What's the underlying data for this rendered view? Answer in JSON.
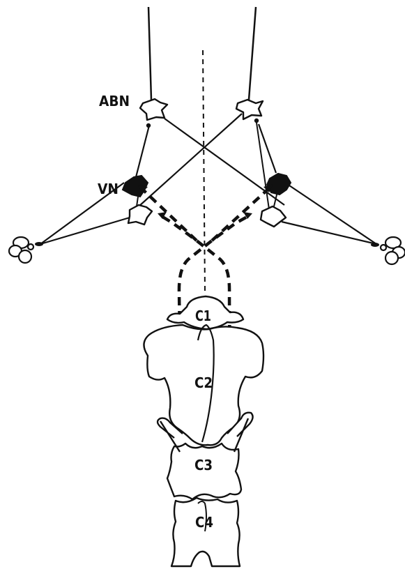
{
  "labels": {
    "abn": "ABN",
    "vn": "VN",
    "c1": "C1",
    "c2": "C2",
    "c3": "C3",
    "c4": "C4"
  },
  "colors": {
    "ink": "#111111",
    "background": "#ffffff"
  }
}
